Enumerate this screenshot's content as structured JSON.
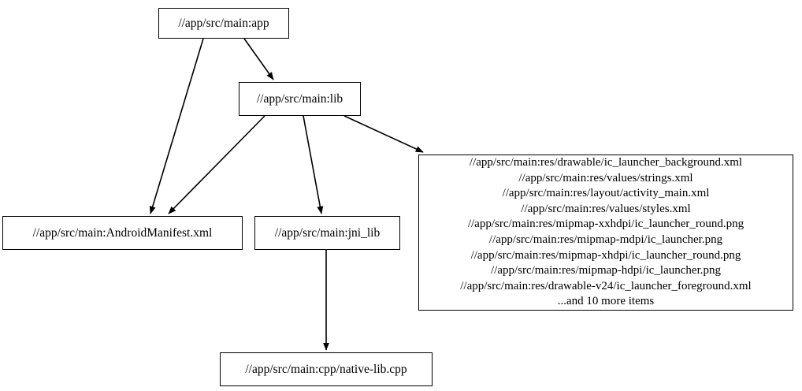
{
  "diagram": {
    "type": "dependency-graph",
    "title": "",
    "background_color": "#ffffff",
    "edge_color": "#000000",
    "node_border_color": "#000000",
    "node_fill_color": "#ffffff"
  },
  "nodes": {
    "app": {
      "label": "//app/src/main:app"
    },
    "lib": {
      "label": "//app/src/main:lib"
    },
    "manifest": {
      "label": "//app/src/main:AndroidManifest.xml"
    },
    "jni_lib": {
      "label": "//app/src/main:jni_lib"
    },
    "native_lib": {
      "label": "//app/src/main:cpp/native-lib.cpp"
    },
    "resources": {
      "label": "//app/src/main:res/drawable/ic_launcher_background.xml\n//app/src/main:res/values/strings.xml\n//app/src/main:res/layout/activity_main.xml\n//app/src/main:res/values/styles.xml\n//app/src/main:res/mipmap-xxhdpi/ic_launcher_round.png\n//app/src/main:res/mipmap-mdpi/ic_launcher.png\n//app/src/main:res/mipmap-xhdpi/ic_launcher_round.png\n//app/src/main:res/mipmap-hdpi/ic_launcher.png\n//app/src/main:res/drawable-v24/ic_launcher_foreground.xml\n...and 10 more items",
      "lines": [
        "//app/src/main:res/drawable/ic_launcher_background.xml",
        "//app/src/main:res/values/strings.xml",
        "//app/src/main:res/layout/activity_main.xml",
        "//app/src/main:res/values/styles.xml",
        "//app/src/main:res/mipmap-xxhdpi/ic_launcher_round.png",
        "//app/src/main:res/mipmap-mdpi/ic_launcher.png",
        "//app/src/main:res/mipmap-xhdpi/ic_launcher_round.png",
        "//app/src/main:res/mipmap-hdpi/ic_launcher.png",
        "//app/src/main:res/drawable-v24/ic_launcher_foreground.xml",
        "...and 10 more items"
      ]
    }
  },
  "edges": [
    {
      "from": "app",
      "to": "manifest"
    },
    {
      "from": "app",
      "to": "lib"
    },
    {
      "from": "lib",
      "to": "manifest"
    },
    {
      "from": "lib",
      "to": "jni_lib"
    },
    {
      "from": "lib",
      "to": "resources"
    },
    {
      "from": "jni_lib",
      "to": "native_lib"
    }
  ]
}
